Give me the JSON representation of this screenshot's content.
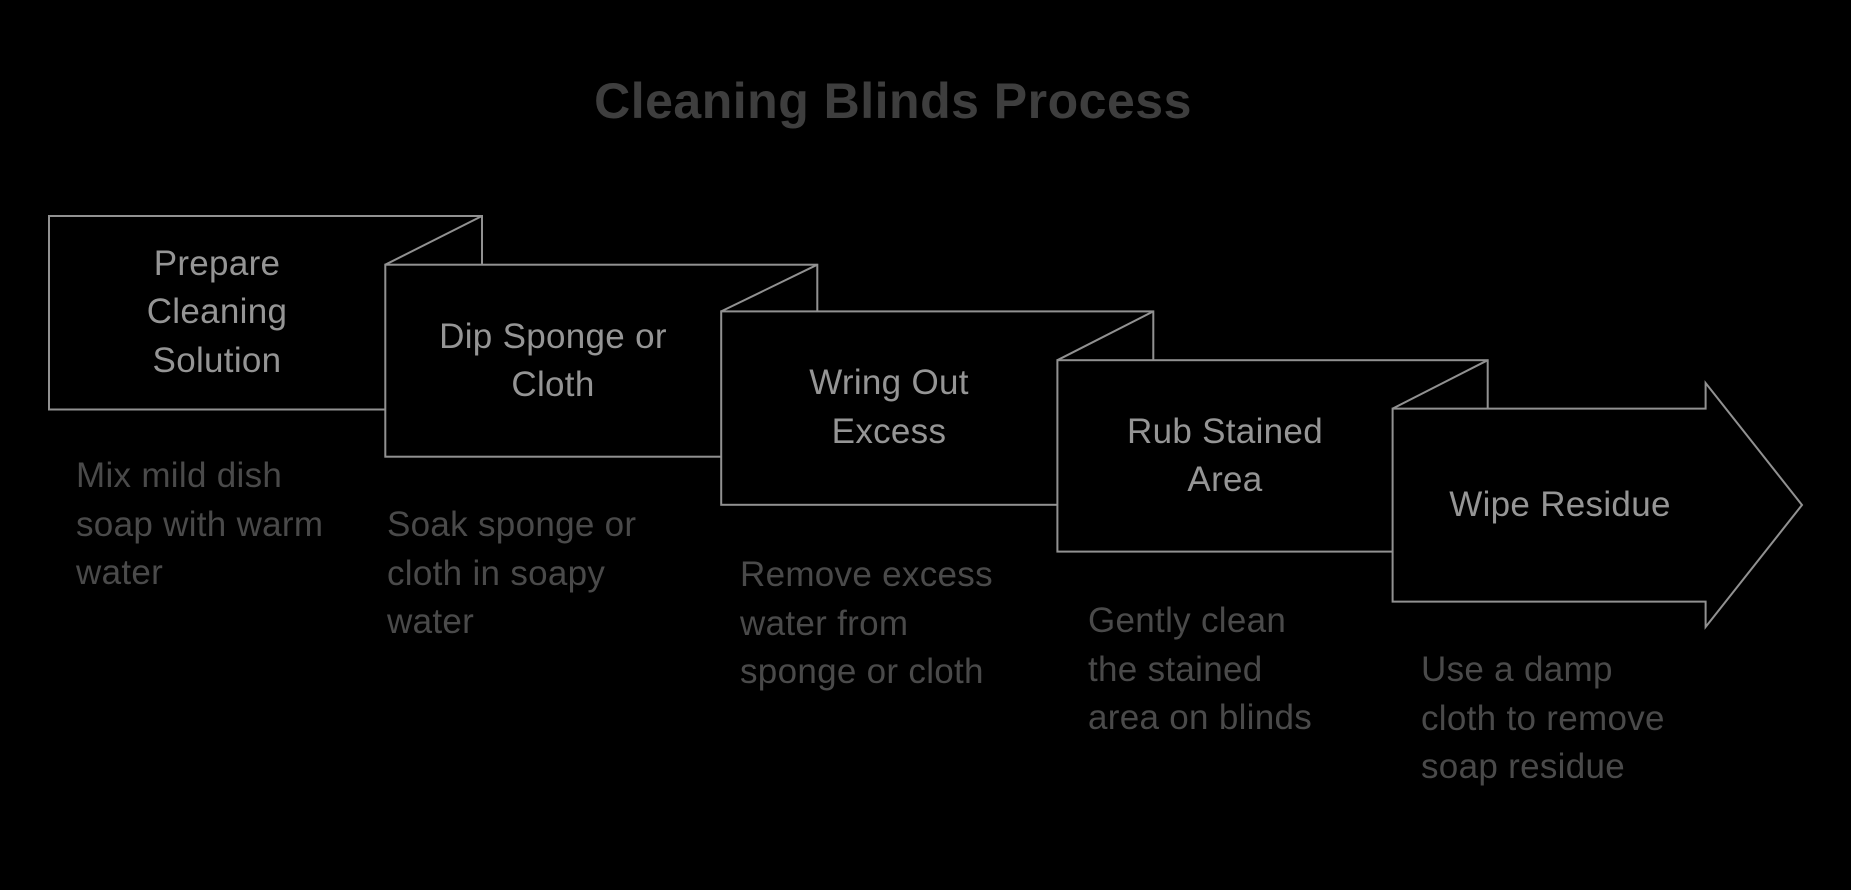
{
  "main_title": "Cleaning Blinds Process",
  "colors": {
    "background": "#000000",
    "outline": "#919191",
    "step_title_text": "#959595",
    "step_description_text": "#4a4a4a",
    "main_title_text": "#3e3e3e"
  },
  "steps": [
    {
      "title": "Prepare\nCleaning\nSolution",
      "description": "Mix mild dish\nsoap with warm\nwater"
    },
    {
      "title": "Dip Sponge or\nCloth",
      "description": "Soak sponge or\ncloth in soapy\nwater"
    },
    {
      "title": "Wring Out\nExcess",
      "description": "Remove excess\nwater from\nsponge or cloth"
    },
    {
      "title": "Rub Stained\nArea",
      "description": "Gently clean\nthe stained\narea on blinds"
    },
    {
      "title": "Wipe Residue",
      "description": "Use a damp\ncloth to remove\nsoap residue"
    }
  ]
}
